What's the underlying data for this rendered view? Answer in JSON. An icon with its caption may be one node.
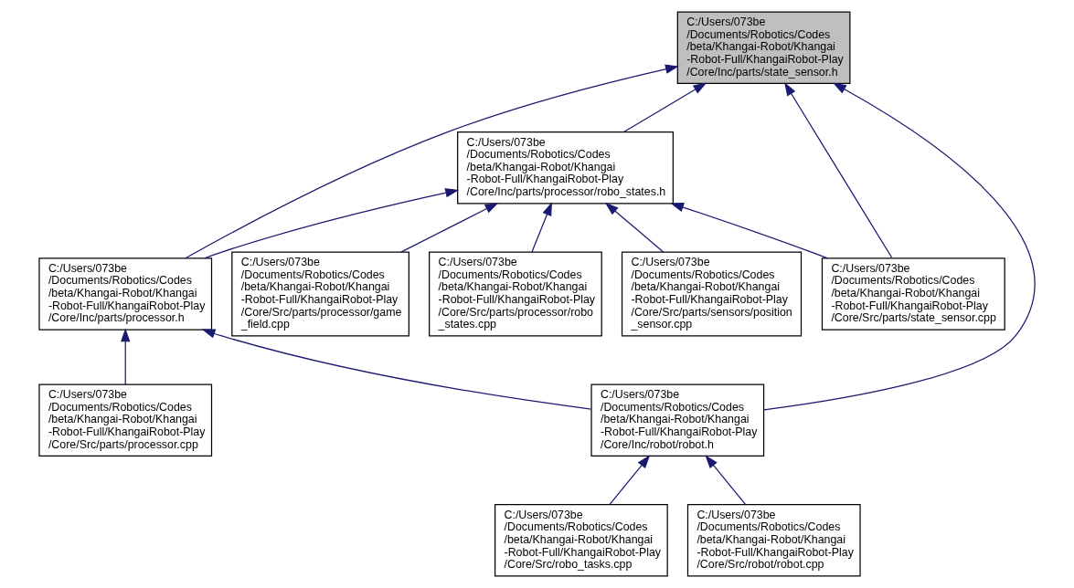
{
  "diagram": {
    "nodes": [
      {
        "text": [
          "C:/Users/073be /Documents/Robotics/Codes /beta/Khangai-Robot/Khangai -Robot-Full/KhangaiRobot-Play /Core/Inc/parts/state_sensor.h"
        ]
      },
      {
        "text": [
          "C:/Users/073be /Documents/Robotics/Codes /beta/Khangai-Robot/Khangai -Robot-Full/KhangaiRobot-Play /Core/Inc/parts/processor/robo_states.h"
        ]
      },
      {
        "text": [
          "C:/Users/073be /Documents/Robotics/Codes /beta/Khangai-Robot/Khangai -Robot-Full/KhangaiRobot-Play /Core/Inc/parts/processor.h"
        ]
      },
      {
        "text": [
          "C:/Users/073be /Documents/Robotics/Codes /beta/Khangai-Robot/Khangai -Robot-Full/KhangaiRobot-Play /Core/Src/parts/processor/game _field.cpp"
        ]
      },
      {
        "text": [
          "C:/Users/073be /Documents/Robotics/Codes /beta/Khangai-Robot/Khangai -Robot-Full/KhangaiRobot-Play /Core/Src/parts/processor/robo _states.cpp"
        ]
      },
      {
        "text": [
          "C:/Users/073be /Documents/Robotics/Codes /beta/Khangai-Robot/Khangai -Robot-Full/KhangaiRobot-Play /Core/Src/parts/sensors/position _sensor.cpp"
        ]
      },
      {
        "text": [
          "C:/Users/073be /Documents/Robotics/Codes /beta/Khangai-Robot/Khangai -Robot-Full/KhangaiRobot-Play /Core/Src/parts/state_sensor.cpp"
        ]
      },
      {
        "text": [
          "C:/Users/073be /Documents/Robotics/Codes /beta/Khangai-Robot/Khangai -Robot-Full/KhangaiRobot-Play /Core/Src/parts/processor.cpp"
        ]
      },
      {
        "text": [
          "C:/Users/073be /Documents/Robotics/Codes /beta/Khangai-Robot/Khangai -Robot-Full/KhangaiRobot-Play /Core/Inc/robot/robot.h"
        ]
      },
      {
        "text": [
          "C:/Users/073be /Documents/Robotics/Codes /beta/Khangai-Robot/Khangai -Robot-Full/KhangaiRobot-Play /Core/Src/robo_tasks.cpp"
        ]
      },
      {
        "text": [
          "C:/Users/073be /Documents/Robotics/Codes /beta/Khangai-Robot/Khangai -Robot-Full/KhangaiRobot-Play /Core/Src/robot/robot.cpp"
        ]
      }
    ],
    "edges": [
      {
        "from": 1,
        "to": 0,
        "arrow": "to"
      },
      {
        "from": 2,
        "to": 0,
        "arrow": "to"
      },
      {
        "from": 6,
        "to": 0,
        "arrow": "to"
      },
      {
        "from": 8,
        "to": 0,
        "arrow": "to"
      },
      {
        "from": 2,
        "to": 1,
        "arrow": "to"
      },
      {
        "from": 3,
        "to": 1,
        "arrow": "to"
      },
      {
        "from": 4,
        "to": 1,
        "arrow": "to"
      },
      {
        "from": 5,
        "to": 1,
        "arrow": "to"
      },
      {
        "from": 6,
        "to": 1,
        "arrow": "to"
      },
      {
        "from": 7,
        "to": 2,
        "arrow": "to"
      },
      {
        "from": 8,
        "to": 2,
        "arrow": "to"
      },
      {
        "from": 9,
        "to": 8,
        "arrow": "to"
      },
      {
        "from": 10,
        "to": 8,
        "arrow": "to"
      }
    ]
  }
}
